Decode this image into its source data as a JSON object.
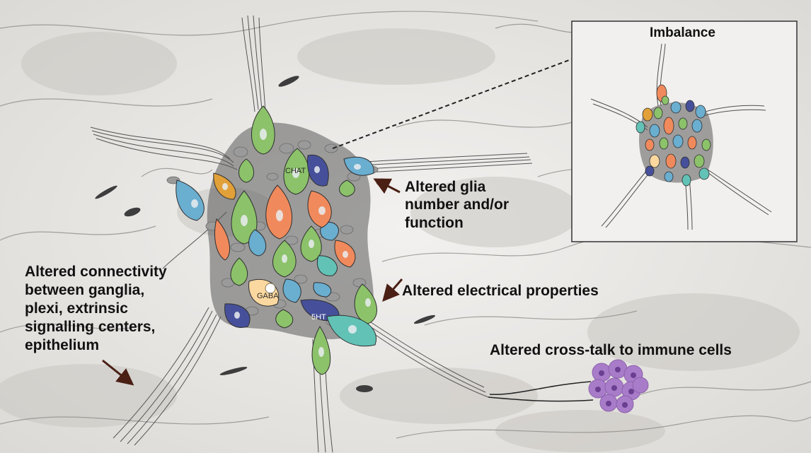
{
  "labels": {
    "imbalance": "Imbalance",
    "glia": [
      "Altered glia",
      "number and/or",
      "function"
    ],
    "electrical": "Altered electrical properties",
    "connectivity": [
      "Altered connectivity",
      "between ganglia,",
      "plexi, extrinsic",
      "signalling centers,",
      "epithelium"
    ],
    "immune": "Altered cross-talk to immune cells"
  },
  "cell_markers": {
    "chat": "CHAT",
    "gaba": "GABA",
    "serotonin": "5HT"
  },
  "colors": {
    "green": "#8cc26a",
    "blue": "#6aaed0",
    "orange": "#f08a5c",
    "navy": "#46509a",
    "teal": "#62c2b6",
    "amber": "#e1a038",
    "glia": "#9a9a9a",
    "immune": "#a87cc8",
    "arrow": "#4a1f14"
  }
}
